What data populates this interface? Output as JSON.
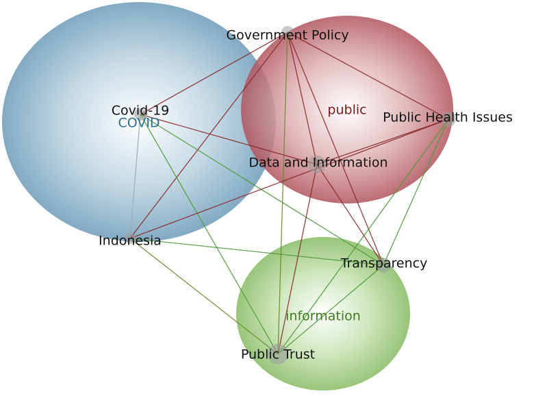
{
  "clusters": [
    {
      "id": "covid",
      "label": "COVID",
      "color": "#2e6f90",
      "fill": "#6c9bb8"
    },
    {
      "id": "public",
      "label": "public",
      "color": "#7a1a1a",
      "fill": "#b85c64"
    },
    {
      "id": "information",
      "label": "information",
      "color": "#3c7a1c",
      "fill": "#8dc06a"
    }
  ],
  "nodes": [
    {
      "id": "government-policy",
      "label": "Government Policy",
      "cluster": "public"
    },
    {
      "id": "covid-19",
      "label": "Covid-19",
      "cluster": "covid"
    },
    {
      "id": "public-health-issues",
      "label": "Public Health Issues",
      "cluster": "public"
    },
    {
      "id": "data-and-information",
      "label": "Data and Information",
      "cluster": "public"
    },
    {
      "id": "indonesia",
      "label": "Indonesia",
      "cluster": "covid"
    },
    {
      "id": "transparency",
      "label": "Transparency",
      "cluster": "information"
    },
    {
      "id": "public-trust",
      "label": "Public Trust",
      "cluster": "information"
    }
  ],
  "edges": [
    {
      "source": "government-policy",
      "target": "covid-19",
      "color": "#8b2a2a"
    },
    {
      "source": "government-policy",
      "target": "public-health-issues",
      "color": "#8b2a2a"
    },
    {
      "source": "government-policy",
      "target": "data-and-information",
      "color": "#8b2a2a"
    },
    {
      "source": "government-policy",
      "target": "indonesia",
      "color": "#8b2a2a"
    },
    {
      "source": "government-policy",
      "target": "transparency",
      "color": "#8b2a2a"
    },
    {
      "source": "government-policy",
      "target": "public-trust",
      "color": "#6a8a2a"
    },
    {
      "source": "covid-19",
      "target": "data-and-information",
      "color": "#8b2a2a"
    },
    {
      "source": "covid-19",
      "target": "indonesia",
      "color": "#9aacb5"
    },
    {
      "source": "covid-19",
      "target": "transparency",
      "color": "#4f9a3a"
    },
    {
      "source": "covid-19",
      "target": "public-trust",
      "color": "#4f9a3a"
    },
    {
      "source": "public-health-issues",
      "target": "indonesia",
      "color": "#8b2a2a"
    },
    {
      "source": "public-health-issues",
      "target": "transparency",
      "color": "#4f9a3a"
    },
    {
      "source": "public-health-issues",
      "target": "public-trust",
      "color": "#4f9a3a"
    },
    {
      "source": "public-health-issues",
      "target": "data-and-information",
      "color": "#8b2a2a"
    },
    {
      "source": "data-and-information",
      "target": "transparency",
      "color": "#8b2a2a"
    },
    {
      "source": "data-and-information",
      "target": "public-trust",
      "color": "#8b2a2a"
    },
    {
      "source": "indonesia",
      "target": "transparency",
      "color": "#4f9a3a"
    },
    {
      "source": "indonesia",
      "target": "public-trust",
      "color": "#6a8a2a"
    },
    {
      "source": "transparency",
      "target": "public-trust",
      "color": "#4f9a3a"
    }
  ]
}
